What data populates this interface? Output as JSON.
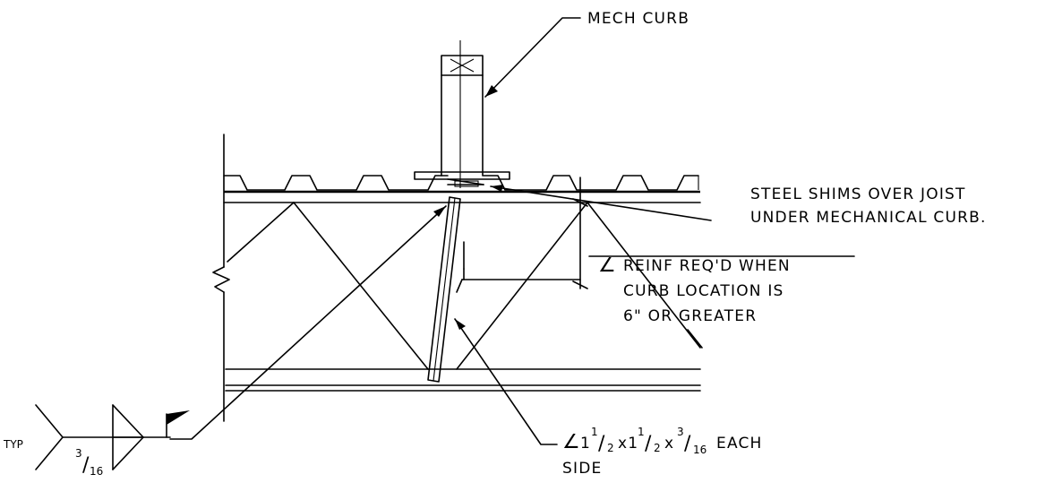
{
  "callouts": {
    "mech_curb": "MECH CURB",
    "steel_shims_line1": "STEEL SHIMS OVER JOIST",
    "steel_shims_line2": "UNDER MECHANICAL CURB.",
    "reinf_line1": "REINF REQ'D WHEN",
    "reinf_line2": "CURB LOCATION IS",
    "reinf_line3": "6\" OR GREATER",
    "angle_size": "1",
    "angle_frac1_num": "1",
    "angle_frac1_den": "2",
    "angle_x1": "x1",
    "angle_frac2_num": "1",
    "angle_frac2_den": "2",
    "angle_x2": "x",
    "angle_frac3_num": "3",
    "angle_frac3_den": "16",
    "angle_each": "EACH",
    "angle_side": "SIDE"
  },
  "weld_symbol": {
    "typ": "TYP",
    "size_num": "3",
    "size_den": "16"
  },
  "symbols": {
    "angle": "∠",
    "slash": "/"
  }
}
